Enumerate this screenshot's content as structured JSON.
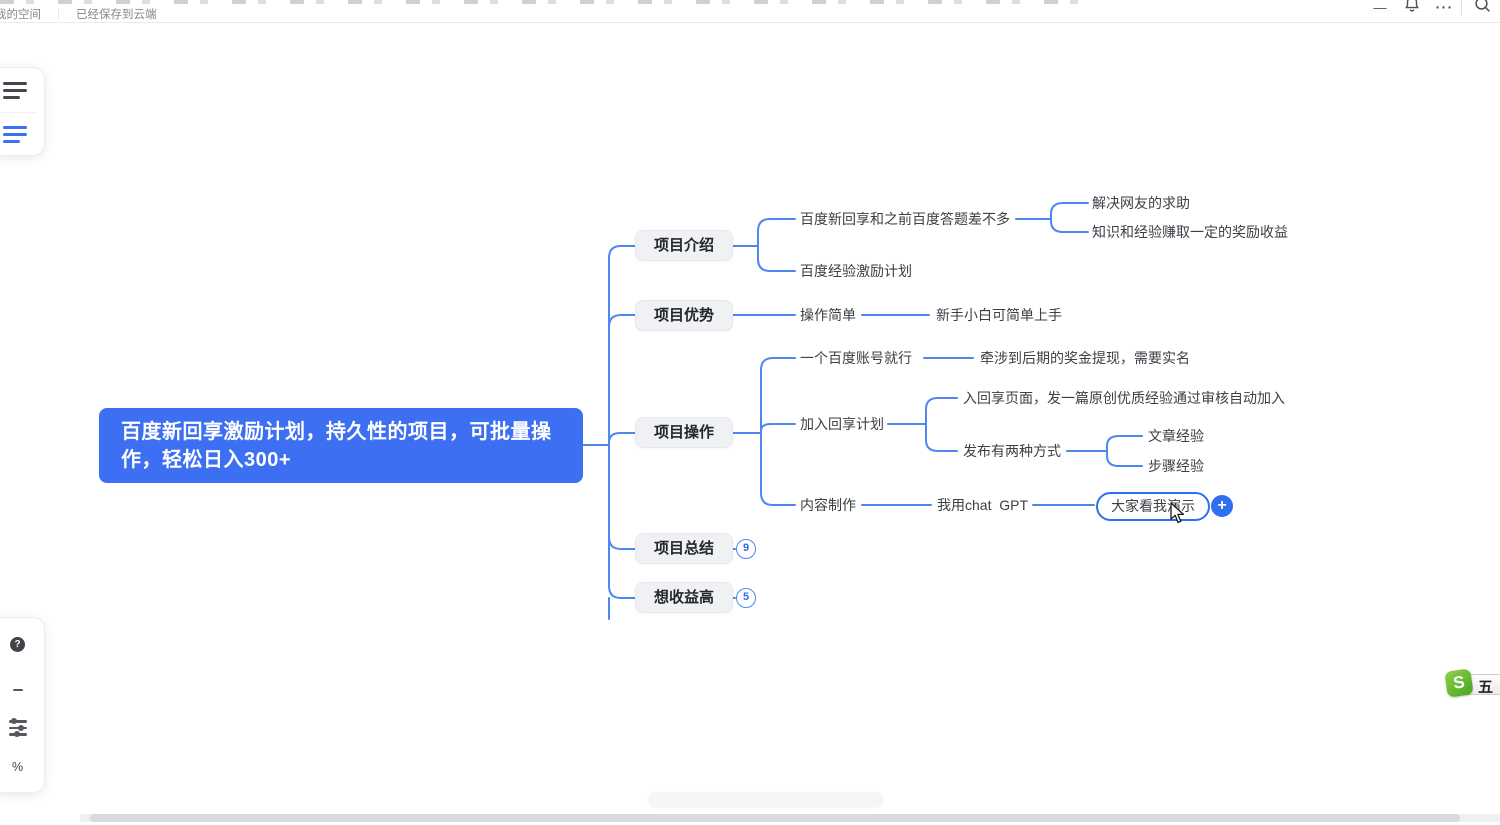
{
  "topbar": {
    "workspace_label": "我的空间",
    "divider": "｜",
    "save_status": "已经保存到云端",
    "more_icon_glyph": "⋯",
    "minimize_glyph": "—"
  },
  "mindmap": {
    "root_label": "百度新回享激励计划，持久性的项目，可批量操作，轻松日入300+",
    "nodes": {
      "intro": "项目介绍",
      "intro_c1": "百度新回享和之前百度答题差不多",
      "intro_c1_g1": "解决网友的求助",
      "intro_c1_g2": "知识和经验赚取一定的奖励收益",
      "intro_c2": "百度经验激励计划",
      "advantage": "项目优势",
      "adv_c1": "操作简单",
      "adv_c1_g1": "新手小白可简单上手",
      "operation": "项目操作",
      "op_c1": "一个百度账号就行",
      "op_c1_g1": "牵涉到后期的奖金提现，需要实名",
      "op_c2": "加入回享计划",
      "op_c2_g1": "入回享页面，发一篇原创优质经验通过审核自动加入",
      "op_c2_g2": "发布有两种方式",
      "op_c2_g2_h1": "文章经验",
      "op_c2_g2_h2": "步骤经验",
      "op_c3": "内容制作",
      "op_c3_g1": "我用chat  GPT",
      "op_c3_g1_h1": "大家看我演示",
      "summary": "项目总结",
      "income": "想收益高"
    },
    "badges": {
      "summary_count": "9",
      "income_count": "5"
    },
    "plus_label": "+",
    "colors": {
      "root_bg": "#3d6ff2",
      "connector": "#4f87f0",
      "branch_bg": "#f0f1f4",
      "accent": "#2f6ff2"
    }
  },
  "zoom_panel": {
    "help_glyph": "?",
    "percent_suffix": "%"
  },
  "ime": {
    "logo_letter": "S",
    "mode_label": "五"
  }
}
